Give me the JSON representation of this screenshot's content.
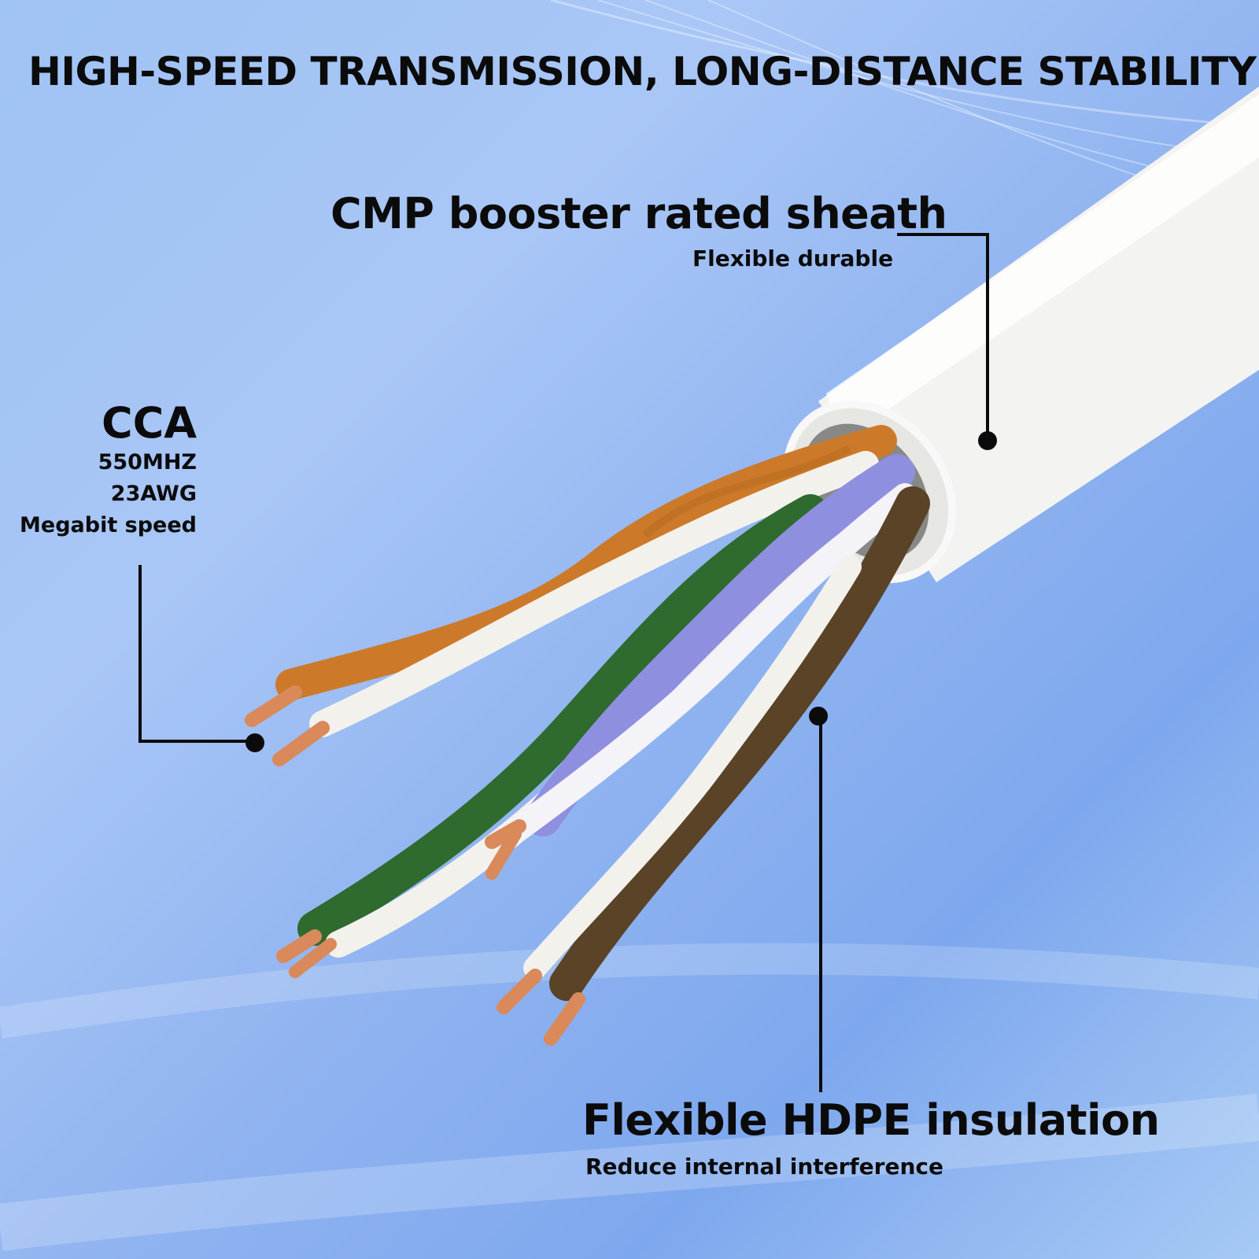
{
  "headline": "HIGH-SPEED TRANSMISSION, LONG-DISTANCE STABILITY",
  "callouts": {
    "sheath": {
      "title": "CMP booster rated sheath",
      "subtitle": "Flexible durable"
    },
    "conductor": {
      "title": "CCA",
      "lines": [
        "550MHZ",
        "23AWG",
        "Megabit speed"
      ]
    },
    "insulation": {
      "title": "Flexible HDPE insulation",
      "subtitle": "Reduce internal interference"
    }
  },
  "colors": {
    "background": "#8fb3f0",
    "sheath": "#f4f4f2",
    "orange_wire": "#cc7a2a",
    "green_wire": "#2f6a2e",
    "blue_wire": "#8f8fe0",
    "brown_wire": "#5a4326",
    "copper": "#d9895a",
    "leader_line": "#0b0b0b"
  }
}
